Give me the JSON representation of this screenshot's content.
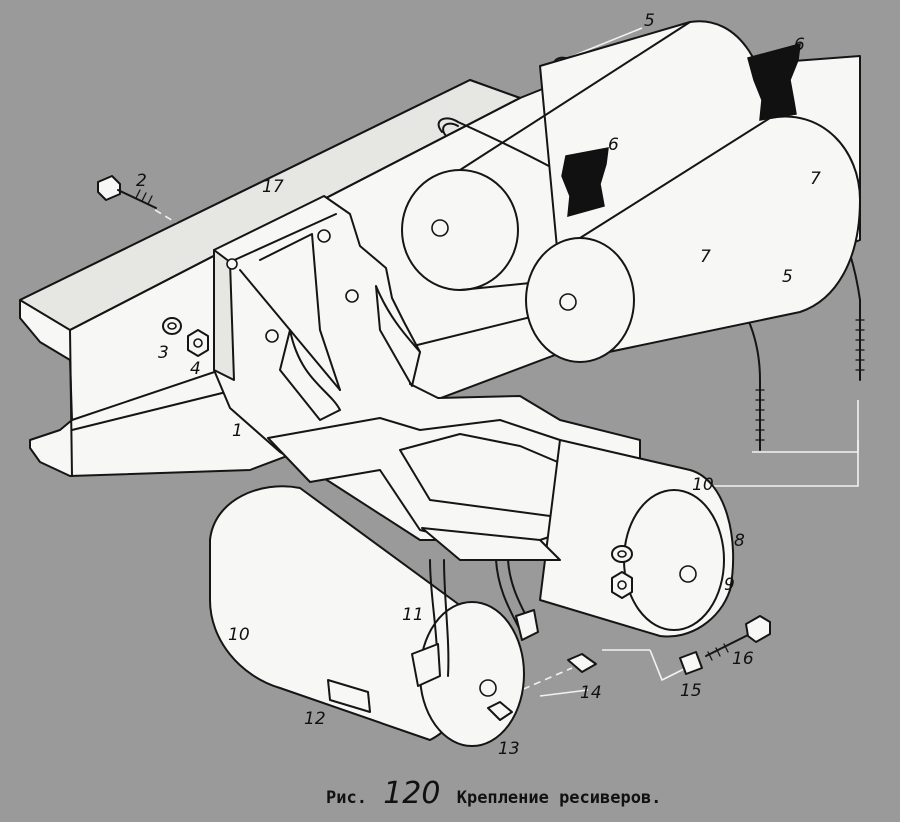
{
  "caption": {
    "prefix": "Рис.",
    "number": "120",
    "title": "Крепление ресиверов."
  },
  "callouts": {
    "c1": "1",
    "c2": "2",
    "c3": "3",
    "c4": "4",
    "c5a": "5",
    "c5b": "5",
    "c6a": "6",
    "c6b": "6",
    "c7a": "7",
    "c7b": "7",
    "c8": "8",
    "c9": "9",
    "c10a": "10",
    "c10b": "10",
    "c11": "11",
    "c12": "12",
    "c13": "13",
    "c14": "14",
    "c15": "15",
    "c16": "16",
    "c17": "17"
  }
}
